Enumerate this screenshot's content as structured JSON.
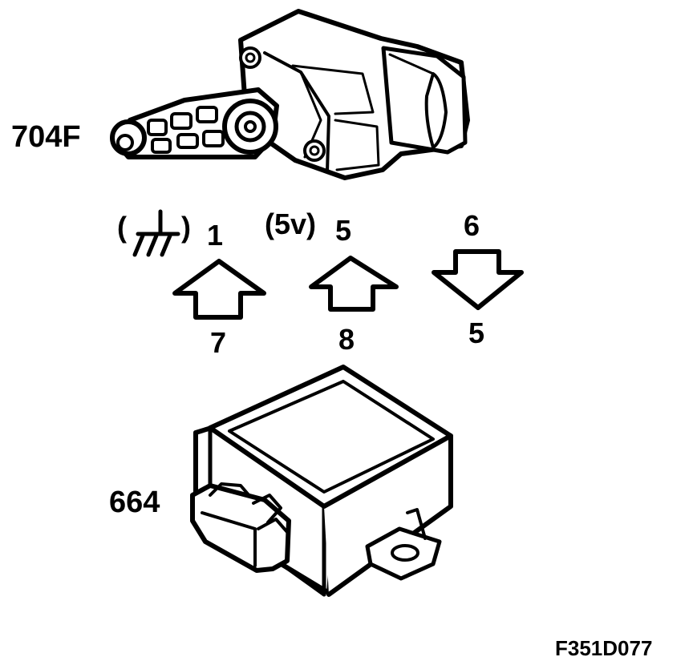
{
  "sensor": {
    "label": "704F",
    "ground_icon": "ground-icon"
  },
  "module": {
    "label": "664"
  },
  "connections": [
    {
      "from_pin": "1",
      "to_pin": "7",
      "direction": "up",
      "note": "(",
      "note_end": ")"
    },
    {
      "from_pin": "5",
      "to_pin": "8",
      "direction": "up",
      "note": "(5v)"
    },
    {
      "from_pin": "6",
      "to_pin": "5",
      "direction": "down"
    }
  ],
  "figure_code": "F351D077",
  "colors": {
    "ink": "#000000",
    "paper": "#ffffff"
  }
}
